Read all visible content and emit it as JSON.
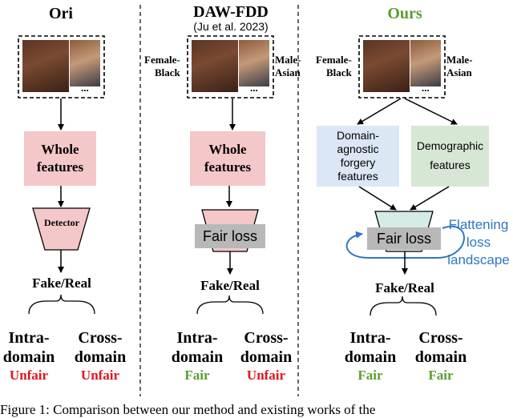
{
  "columns": [
    {
      "title": "Ori",
      "subtitle": "",
      "features_label": "Whole\nfeatures",
      "detector_label": "Detector",
      "output_label": "Fake/Real",
      "intra_label": "Intra-\ndomain",
      "cross_label": "Cross-\ndomain",
      "intra_verdict": "Unfair",
      "cross_verdict": "Unfair"
    },
    {
      "title": "DAW-FDD",
      "subtitle": "(Ju et al. 2023)",
      "left_tag": "Female-\nBlack",
      "right_tag": "Male-\nAsian",
      "features_label": "Whole\nfeatures",
      "loss_label": "Fair loss",
      "output_label": "Fake/Real",
      "intra_label": "Intra-\ndomain",
      "cross_label": "Cross-\ndomain",
      "intra_verdict": "Fair",
      "cross_verdict": "Unfair"
    },
    {
      "title": "Ours",
      "left_tag": "Female-\nBlack",
      "right_tag": "Male-\nAsian",
      "domain_box_label": "Domain-\nagnostic\nforgery\nfeatures",
      "demo_box_label": "Demographic\nfeatures",
      "loss_label": "Fair loss",
      "flatten_label": "Flattening\nloss\nlandscape",
      "output_label": "Fake/Real",
      "intra_label": "Intra-\ndomain",
      "cross_label": "Cross-\ndomain",
      "intra_verdict": "Fair",
      "cross_verdict": "Fair"
    }
  ],
  "ellipsis": "...",
  "caption_fragment": "Figure 1: Comparison between our method and existing works of the",
  "colors": {
    "ours_title": "#5a9e2f",
    "fair": "#5a9e2f",
    "unfair": "#e0141c",
    "pink_box": "#f4c7c8",
    "blue_box": "#dbe7f5",
    "green_box": "#d6e8d4",
    "teal_trap": "#d5ece6",
    "blue_arrow": "#2f77c4"
  }
}
